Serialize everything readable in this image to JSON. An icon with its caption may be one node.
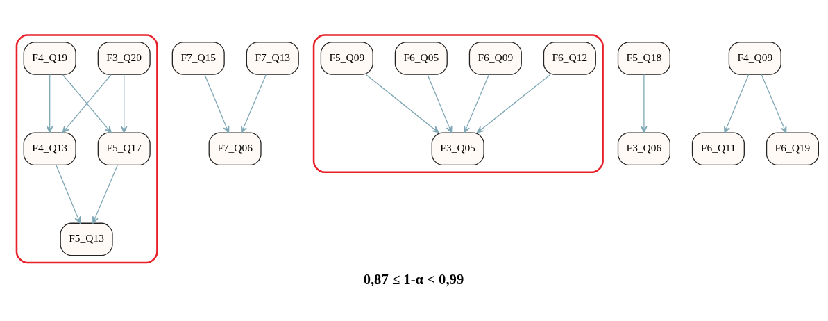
{
  "diagram": {
    "caption": "0,87 ≤ 1-α < 0,99",
    "nodes": [
      {
        "text": [],
        "shape": "ellipse"
      },
      {
        "text": [
          "F3_Q20"
        ],
        "in": 0
      },
      {
        "text": [
          "F4_Q19"
        ],
        "in": 0
      },
      {
        "text": [
          "F4_Q13"
        ],
        "in": 0
      },
      {
        "text": [
          "F5_Q17"
        ],
        "in": 0
      },
      {
        "text": [
          "F5_Q13"
        ],
        "in": 0
      },
      {
        "text": [
          "F7_Q15"
        ]
      },
      {
        "text": [
          "F7_Q13"
        ]
      },
      {
        "text": [
          "F7_Q06"
        ]
      },
      {
        "text": [],
        "shape": "ellipse"
      },
      {
        "text": [
          "F6_Q12"
        ],
        "in": 9
      },
      {
        "text": [
          "F6_Q09"
        ],
        "in": 9
      },
      {
        "text": [
          "F6_Q05"
        ],
        "in": 9
      },
      {
        "text": [
          "F5_Q09"
        ],
        "in": 9
      },
      {
        "text": [
          "F3_Q05"
        ],
        "in": 9
      },
      {
        "text": [
          "F5_Q18"
        ]
      },
      {
        "text": [
          "F3_Q06"
        ]
      },
      {
        "text": [
          "F4_Q09"
        ]
      },
      {
        "text": [
          "F6_Q11"
        ]
      },
      {
        "text": [
          "F6_Q19"
        ]
      }
    ],
    "edges": [
      {
        "from": 1,
        "to": 3,
        "arrow": "to"
      },
      {
        "from": 1,
        "to": 4,
        "arrow": "to"
      },
      {
        "from": 2,
        "to": 3,
        "arrow": "to"
      },
      {
        "from": 2,
        "to": 4,
        "arrow": "to"
      },
      {
        "from": 3,
        "to": 5,
        "arrow": "to"
      },
      {
        "from": 4,
        "to": 5,
        "arrow": "to"
      },
      {
        "from": 6,
        "to": 8,
        "arrow": "to"
      },
      {
        "from": 7,
        "to": 8,
        "arrow": "to"
      },
      {
        "from": 10,
        "to": 14,
        "arrow": "to"
      },
      {
        "from": 11,
        "to": 14,
        "arrow": "to"
      },
      {
        "from": 12,
        "to": 14,
        "arrow": "to"
      },
      {
        "from": 13,
        "to": 14,
        "arrow": "to"
      },
      {
        "from": 15,
        "to": 16,
        "arrow": "to"
      },
      {
        "from": 17,
        "to": 18,
        "arrow": "to"
      },
      {
        "from": 17,
        "to": 19,
        "arrow": "to"
      }
    ]
  }
}
